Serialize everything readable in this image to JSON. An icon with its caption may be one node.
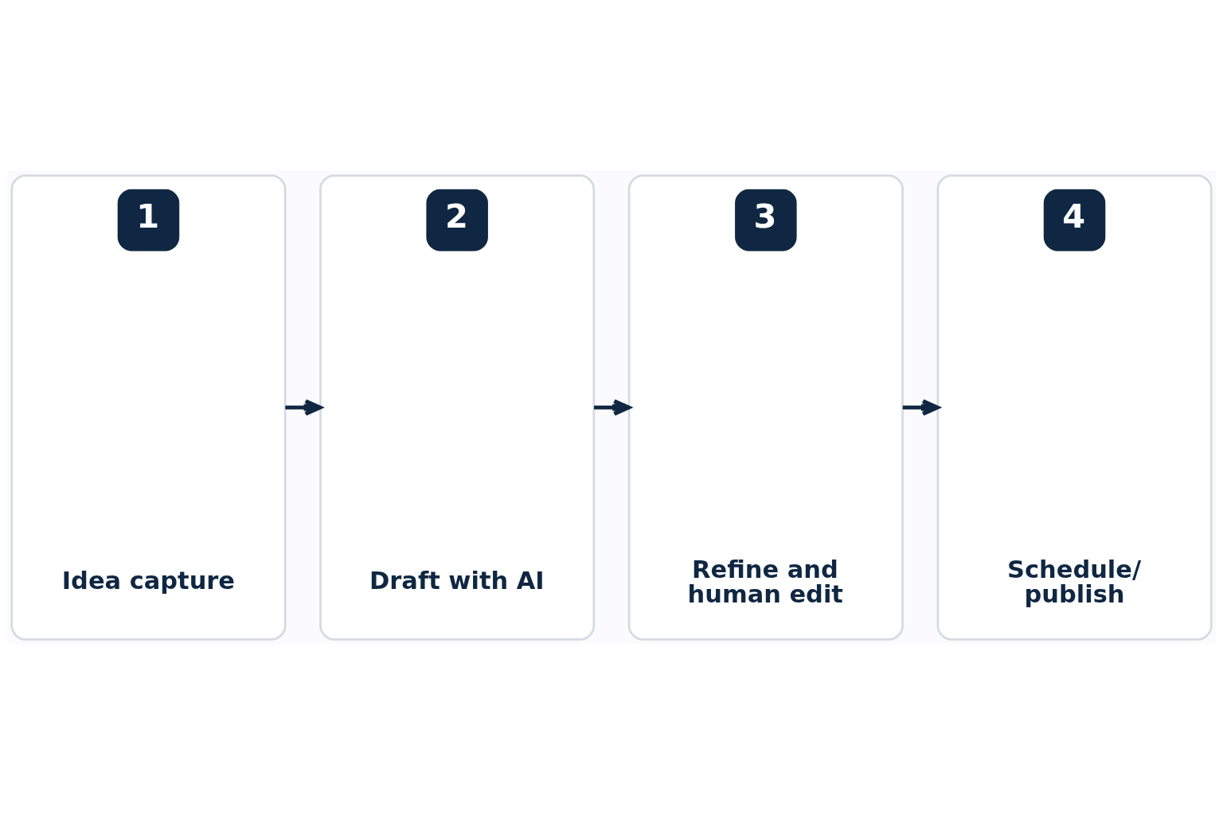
{
  "diagram": {
    "nodes": [
      {
        "text": [
          "1",
          "Idea capture"
        ]
      },
      {
        "text": [
          "2",
          "Draft with AI"
        ]
      },
      {
        "text": [
          "3",
          "Refine and human edit"
        ]
      },
      {
        "text": [
          "4",
          "Schedule/ publish"
        ]
      }
    ],
    "edges": [
      {
        "from": 0,
        "to": 1,
        "arrow": "to"
      },
      {
        "from": 1,
        "to": 2,
        "arrow": "to"
      },
      {
        "from": 2,
        "to": 3,
        "arrow": "to"
      }
    ]
  }
}
